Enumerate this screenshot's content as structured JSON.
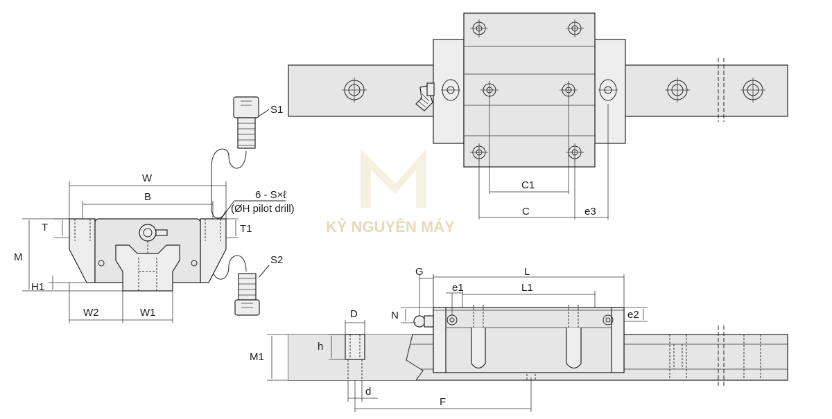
{
  "labels": {
    "S1": "S1",
    "S2": "S2",
    "W": "W",
    "B": "B",
    "T": "T",
    "T1": "T1",
    "M": "M",
    "H1": "H1",
    "W2": "W2",
    "W1": "W1",
    "hole_spec": "6 - S×ℓ",
    "pilot_drill": "(ØH pilot drill)",
    "C1": "C1",
    "C": "C",
    "e3": "e3",
    "G": "G",
    "L": "L",
    "e1": "e1",
    "L1": "L1",
    "N": "N",
    "e2": "e2",
    "D": "D",
    "h": "h",
    "M1": "M1",
    "d": "d",
    "F": "F"
  },
  "watermark": {
    "text": "KỶ NGUYÊN MÁY",
    "color": "#e8d9b8"
  }
}
